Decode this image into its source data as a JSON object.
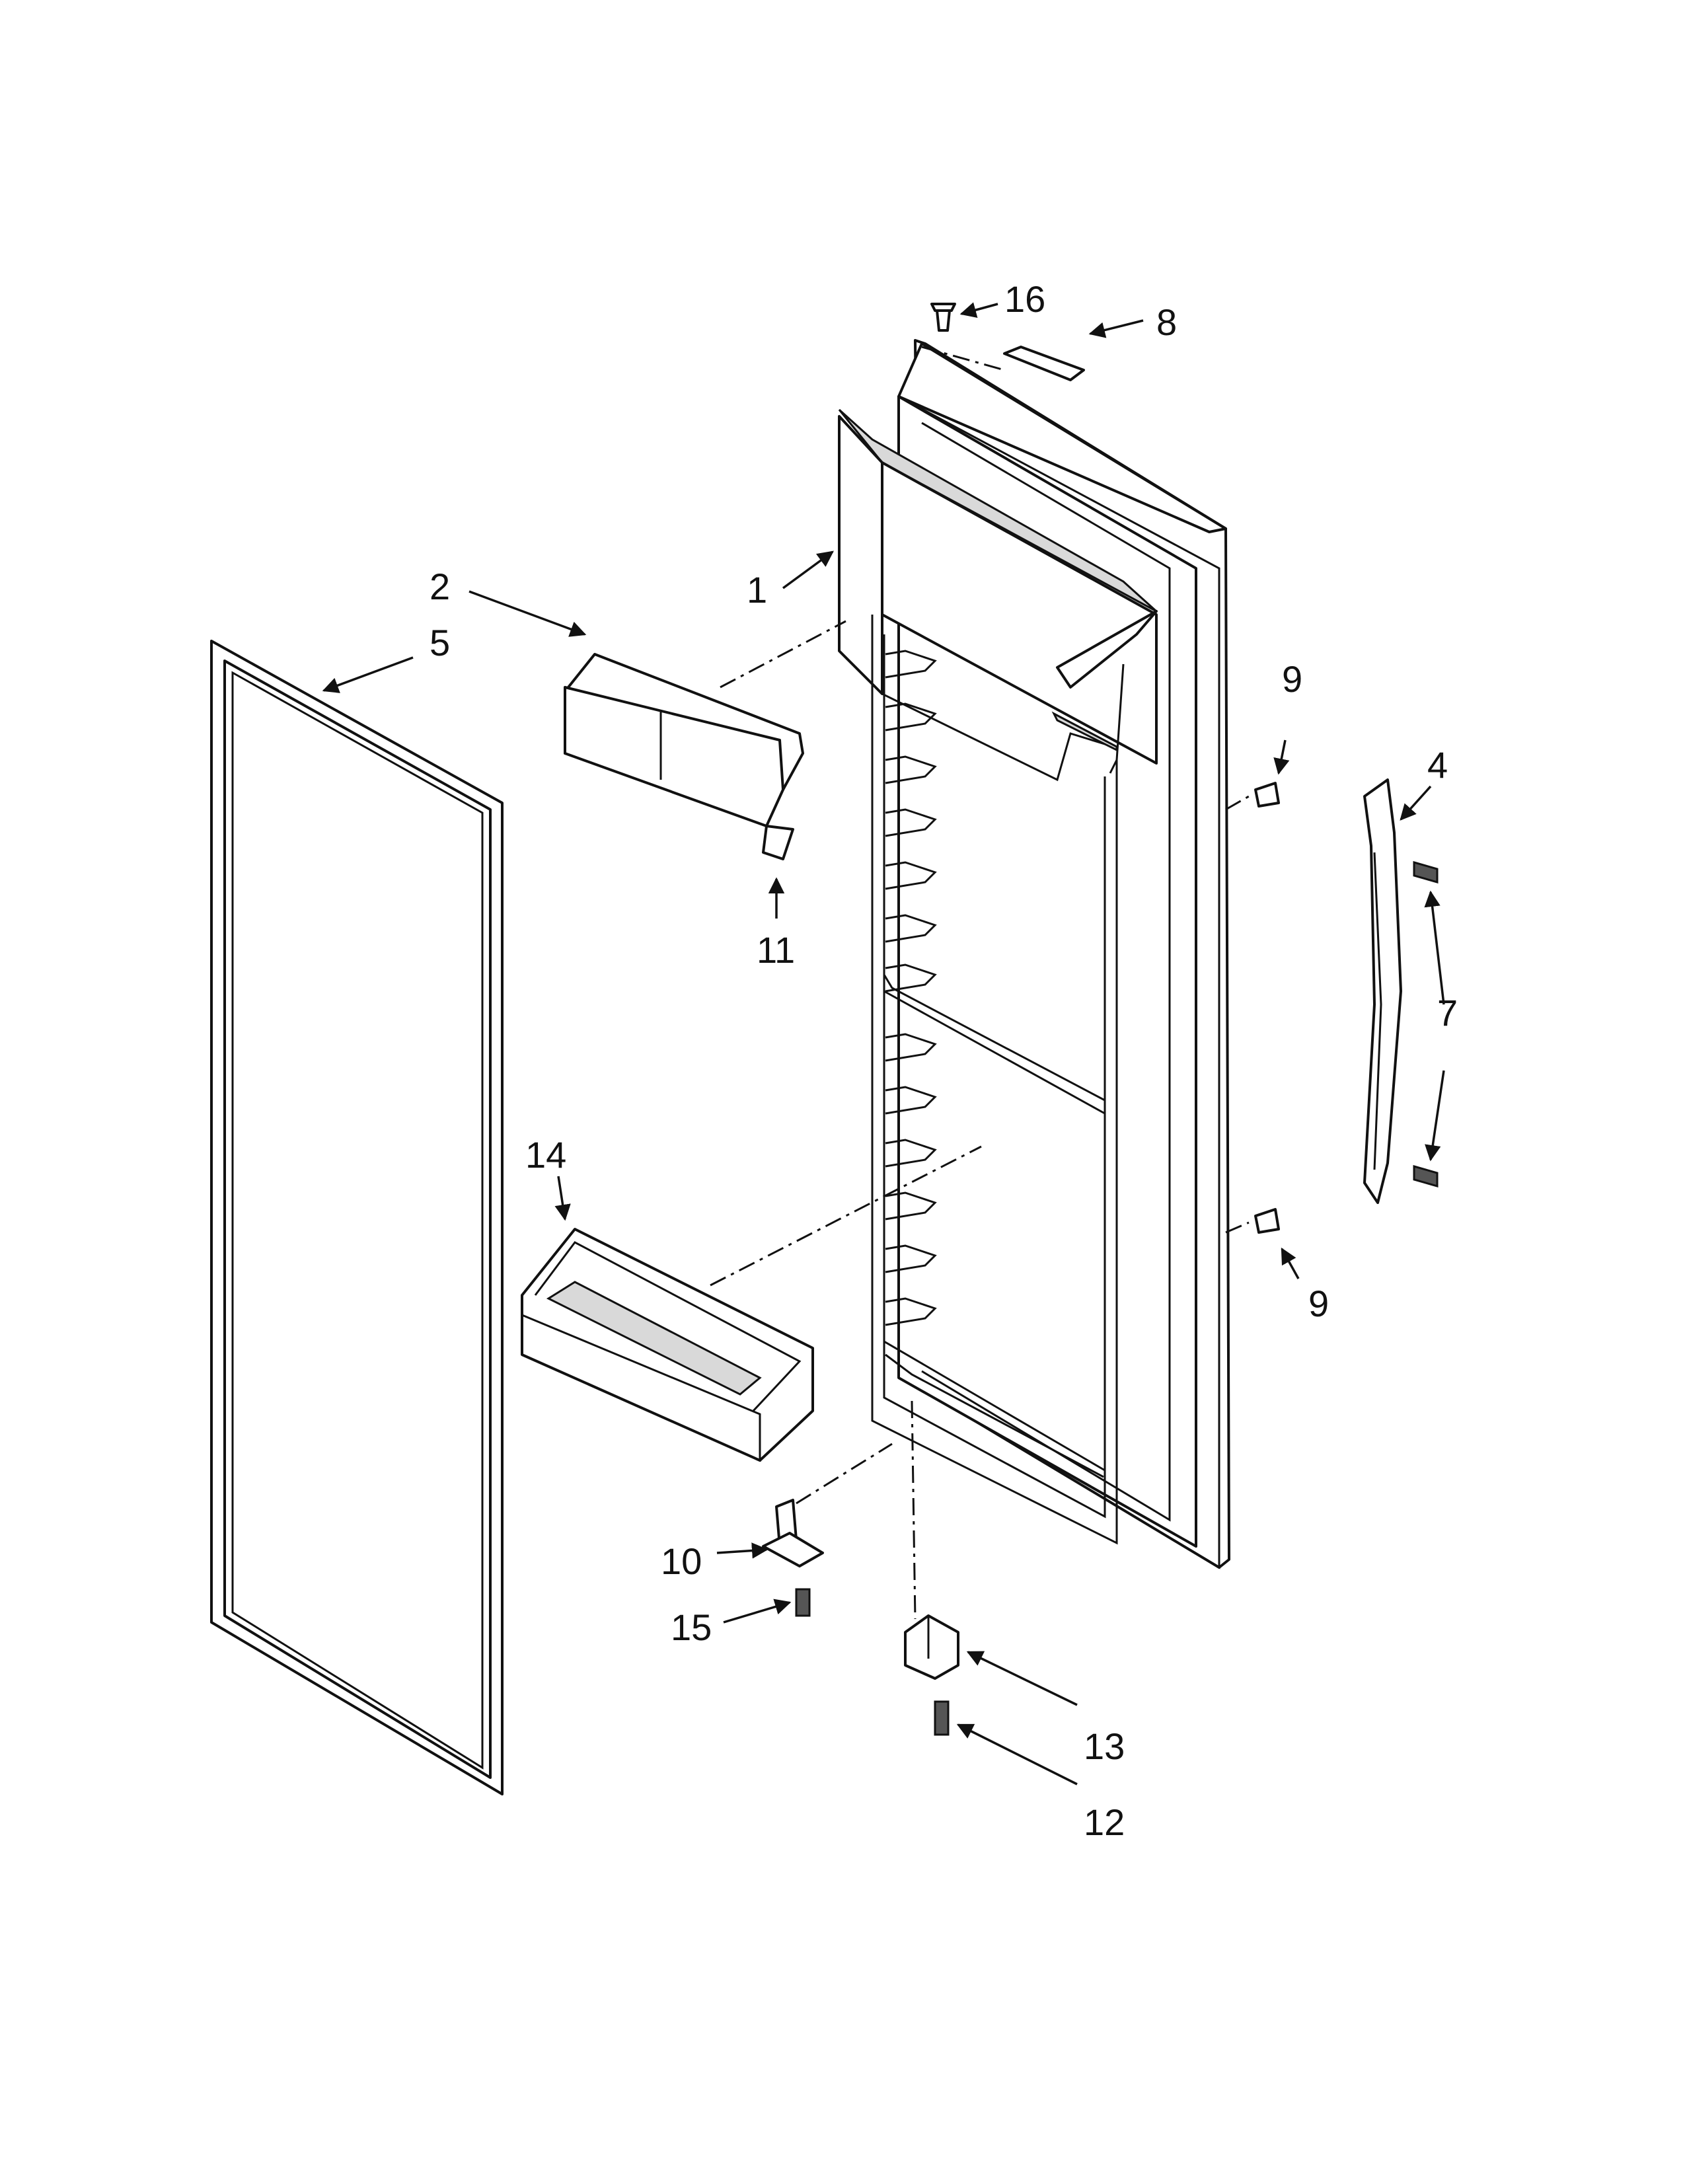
{
  "callouts": {
    "c1": "1",
    "c2": "2",
    "c4": "4",
    "c5": "5",
    "c7": "7",
    "c8": "8",
    "c9a": "9",
    "c9b": "9",
    "c10": "10",
    "c11": "11",
    "c12": "12",
    "c13": "13",
    "c14": "14",
    "c15": "15",
    "c16": "16"
  }
}
